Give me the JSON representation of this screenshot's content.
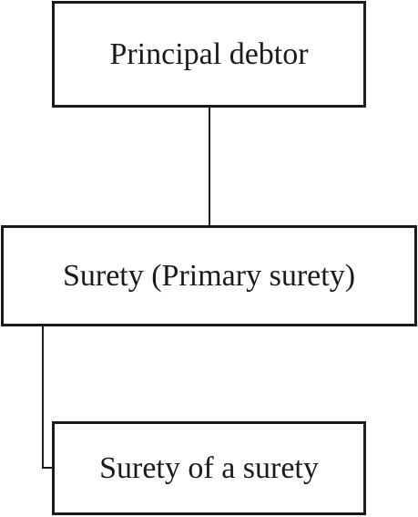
{
  "diagram": {
    "nodes": {
      "principal": {
        "label": "Principal debtor"
      },
      "surety": {
        "label": "Surety (Primary surety)"
      },
      "sub_surety": {
        "label": "Surety of a surety"
      }
    },
    "edges": [
      {
        "from": "principal",
        "to": "surety"
      },
      {
        "from": "surety",
        "to": "sub_surety"
      }
    ]
  }
}
